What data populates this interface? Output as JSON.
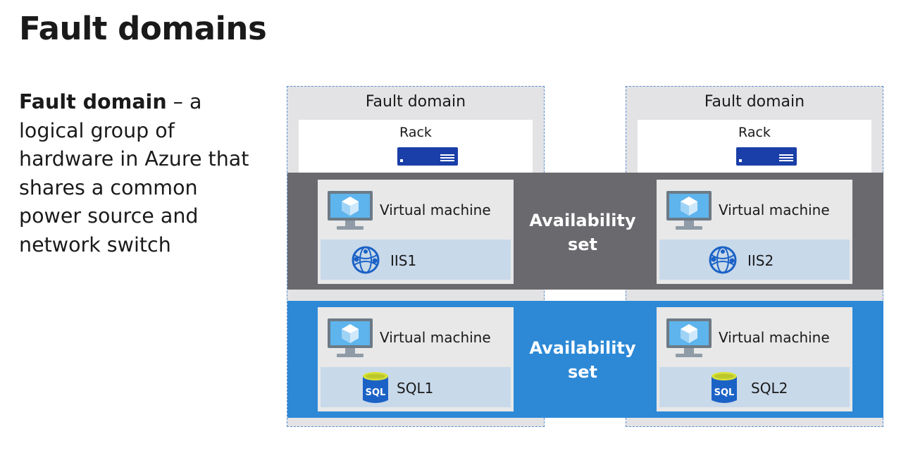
{
  "title": "Fault domains",
  "description": {
    "term": "Fault domain",
    "rest": " – a logical group of hardware in Azure that shares a common power source and network switch"
  },
  "fault_domains": [
    {
      "label": "Fault domain",
      "rack_label": "Rack"
    },
    {
      "label": "Fault domain",
      "rack_label": "Rack"
    }
  ],
  "availability_sets": [
    {
      "label": "Availability set",
      "color": "#69696e"
    },
    {
      "label": "Availability set",
      "color": "#2d89d6"
    }
  ],
  "vms": [
    {
      "label": "Virtual machine",
      "service": "IIS1",
      "service_icon": "iis-globe-icon"
    },
    {
      "label": "Virtual machine",
      "service": "IIS2",
      "service_icon": "iis-globe-icon"
    },
    {
      "label": "Virtual machine",
      "service": "SQL1",
      "service_icon": "sql-database-icon",
      "icon_text": "SQL"
    },
    {
      "label": "Virtual machine",
      "service": "SQL2",
      "service_icon": "sql-database-icon",
      "icon_text": "SQL"
    }
  ]
}
